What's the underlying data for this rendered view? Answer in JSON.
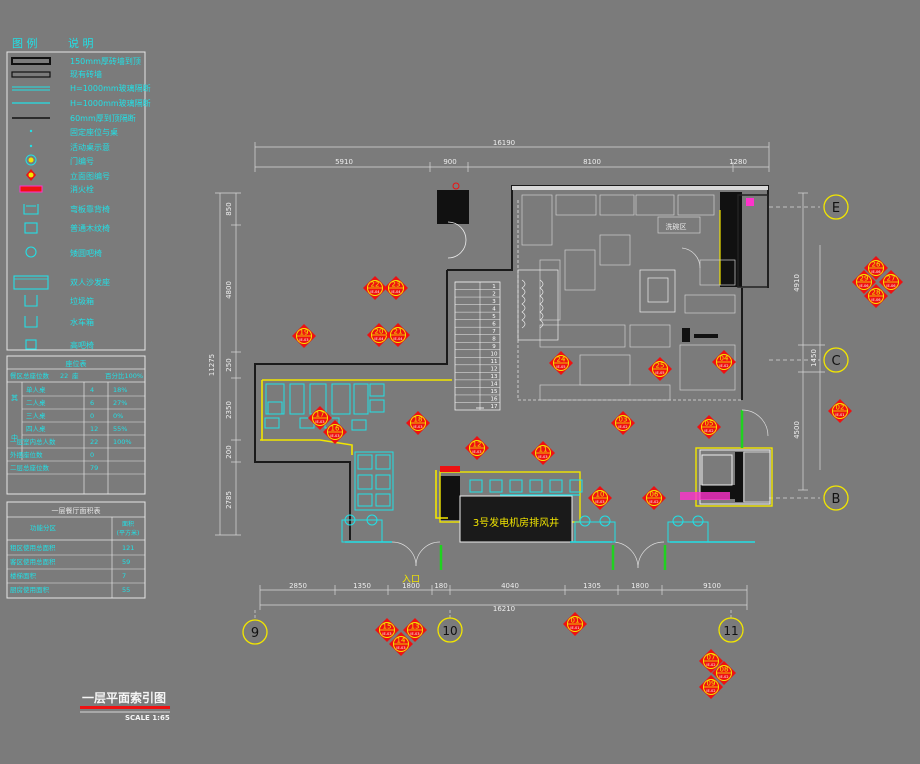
{
  "colors": {
    "background": "#7b7b7b",
    "wall": "#111111",
    "line": "#d9d9d9",
    "yellow": "#f2e600",
    "cyan": "#22e0e6",
    "green": "#1fd21f",
    "red": "#ee1111",
    "magenta": "#ff33cc",
    "label": "#f5f5f5"
  },
  "legend": {
    "header": [
      "图 例",
      "说 明"
    ],
    "items": [
      {
        "icon": "thick-wall-icon",
        "text": "150mm厚砖墙到顶"
      },
      {
        "icon": "existing-wall-icon",
        "text": "现有砖墙"
      },
      {
        "icon": "glass-partition-icon",
        "text": "H=1000mm玻璃隔断"
      },
      {
        "icon": "glass-partition-thin-icon",
        "text": "H=1000mm玻璃隔断"
      },
      {
        "icon": "full-partition-icon",
        "text": "60mm厚到顶隔断"
      },
      {
        "icon": "fixed-seat-icon",
        "text": "固定座位与桌"
      },
      {
        "icon": "movable-table-icon",
        "text": "活动桌示意"
      },
      {
        "icon": "door-number-icon",
        "text": "门编号"
      },
      {
        "icon": "elevation-index-icon",
        "text": "立面图编号"
      },
      {
        "icon": "fire-hydrant-icon",
        "text": "消火栓"
      },
      {
        "icon": "bench-chair-icon",
        "text": "弯板靠背椅"
      },
      {
        "icon": "wood-chair-icon",
        "text": "普通木纹椅"
      },
      {
        "icon": "round-stool-icon",
        "text": "矮圆吧椅"
      },
      {
        "icon": "double-sofa-icon",
        "text": "双人沙发座"
      },
      {
        "icon": "trash-bin-icon",
        "text": "垃圾箱"
      },
      {
        "icon": "water-cart-icon",
        "text": "水车箱"
      },
      {
        "icon": "high-stool-icon",
        "text": "高吧椅"
      }
    ]
  },
  "seat_table": {
    "title": "座位表",
    "header_left": "餐区总座位数",
    "header_total": "22",
    "header_unit": "座",
    "header_right": "百分比100%",
    "side_top": "其",
    "side_bottom": "中",
    "rows": [
      {
        "label": "单人桌",
        "count": "4",
        "pct": "18%"
      },
      {
        "label": "二人桌",
        "count": "6",
        "pct": "27%"
      },
      {
        "label": "三人桌",
        "count": "0",
        "pct": "0%"
      },
      {
        "label": "四人桌",
        "count": "12",
        "pct": "55%"
      },
      {
        "label": "一层室内总人数",
        "count": "22",
        "pct": "100%"
      },
      {
        "label": "外摆座位数",
        "count": "0",
        "pct": ""
      },
      {
        "label": "二层总座位数",
        "count": "79",
        "pct": ""
      }
    ]
  },
  "area_table": {
    "title": "一层餐厅面积表",
    "col1": "功能分区",
    "col2_line1": "面积",
    "col2_line2": "(平方米)",
    "rows": [
      {
        "label": "租区使用总面积",
        "value": "121"
      },
      {
        "label": "客区使用总面积",
        "value": "59"
      },
      {
        "label": "楼梯面积",
        "value": "7"
      },
      {
        "label": "厨房使用面积",
        "value": "55"
      }
    ]
  },
  "drawing": {
    "title": "一层平面索引图",
    "scale": "SCALE  1:65",
    "generator_shaft": "3号发电机房排风井",
    "entrance": "入口",
    "kitchen_label": "洗碗区"
  },
  "dimensions": {
    "top_total": "16190",
    "top_segments": [
      "5910",
      "900",
      "8100",
      "1280"
    ],
    "bottom_total": "16210",
    "bottom_segments": [
      "2850",
      "1350",
      "1800",
      "180",
      "4040",
      "1305",
      "1800",
      "9100"
    ],
    "left_total": "11275",
    "left_segments": [
      "850",
      "4800",
      "250",
      "2350",
      "200",
      "2785"
    ],
    "right_segments": [
      "4910",
      "1450",
      "4500"
    ]
  },
  "stair_numbers": [
    "1",
    "2",
    "3",
    "4",
    "5",
    "6",
    "7",
    "8",
    "9",
    "10",
    "11",
    "12",
    "13",
    "14",
    "15",
    "16",
    "17"
  ],
  "grid_axes": {
    "columns": [
      "9",
      "10",
      "11"
    ],
    "rows": [
      "E",
      "C",
      "B"
    ]
  },
  "index_markers": [
    {
      "num": "22",
      "sub": "IE-04"
    },
    {
      "num": "23",
      "sub": "IE-04"
    },
    {
      "num": "19",
      "sub": "IE-03"
    },
    {
      "num": "20",
      "sub": "IE-04"
    },
    {
      "num": "21",
      "sub": "IE-04"
    },
    {
      "num": "24",
      "sub": "IE-05"
    },
    {
      "num": "25",
      "sub": "IE-05"
    },
    {
      "num": "04",
      "sub": "IE-02"
    },
    {
      "num": "17",
      "sub": "IE-03"
    },
    {
      "num": "16",
      "sub": "IE-03"
    },
    {
      "num": "18",
      "sub": "IE-03"
    },
    {
      "num": "03",
      "sub": "IE-02"
    },
    {
      "num": "05",
      "sub": "IE-02"
    },
    {
      "num": "02",
      "sub": "IE-01"
    },
    {
      "num": "12",
      "sub": "IE-03"
    },
    {
      "num": "11",
      "sub": "IE-03"
    },
    {
      "num": "10",
      "sub": "IE-03"
    },
    {
      "num": "06",
      "sub": "IE-02"
    },
    {
      "num": "15",
      "sub": "IE-03"
    },
    {
      "num": "13",
      "sub": "IE-03"
    },
    {
      "num": "14",
      "sub": "IE-03"
    },
    {
      "num": "01",
      "sub": "IE-01"
    },
    {
      "num": "07",
      "sub": "IE-02"
    },
    {
      "num": "08",
      "sub": "IE-02"
    },
    {
      "num": "09",
      "sub": "IE-02"
    },
    {
      "num": "26",
      "sub": "IE-06"
    },
    {
      "num": "29",
      "sub": "IE-06"
    },
    {
      "num": "27",
      "sub": "IE-06"
    },
    {
      "num": "28",
      "sub": "IE-06"
    }
  ]
}
